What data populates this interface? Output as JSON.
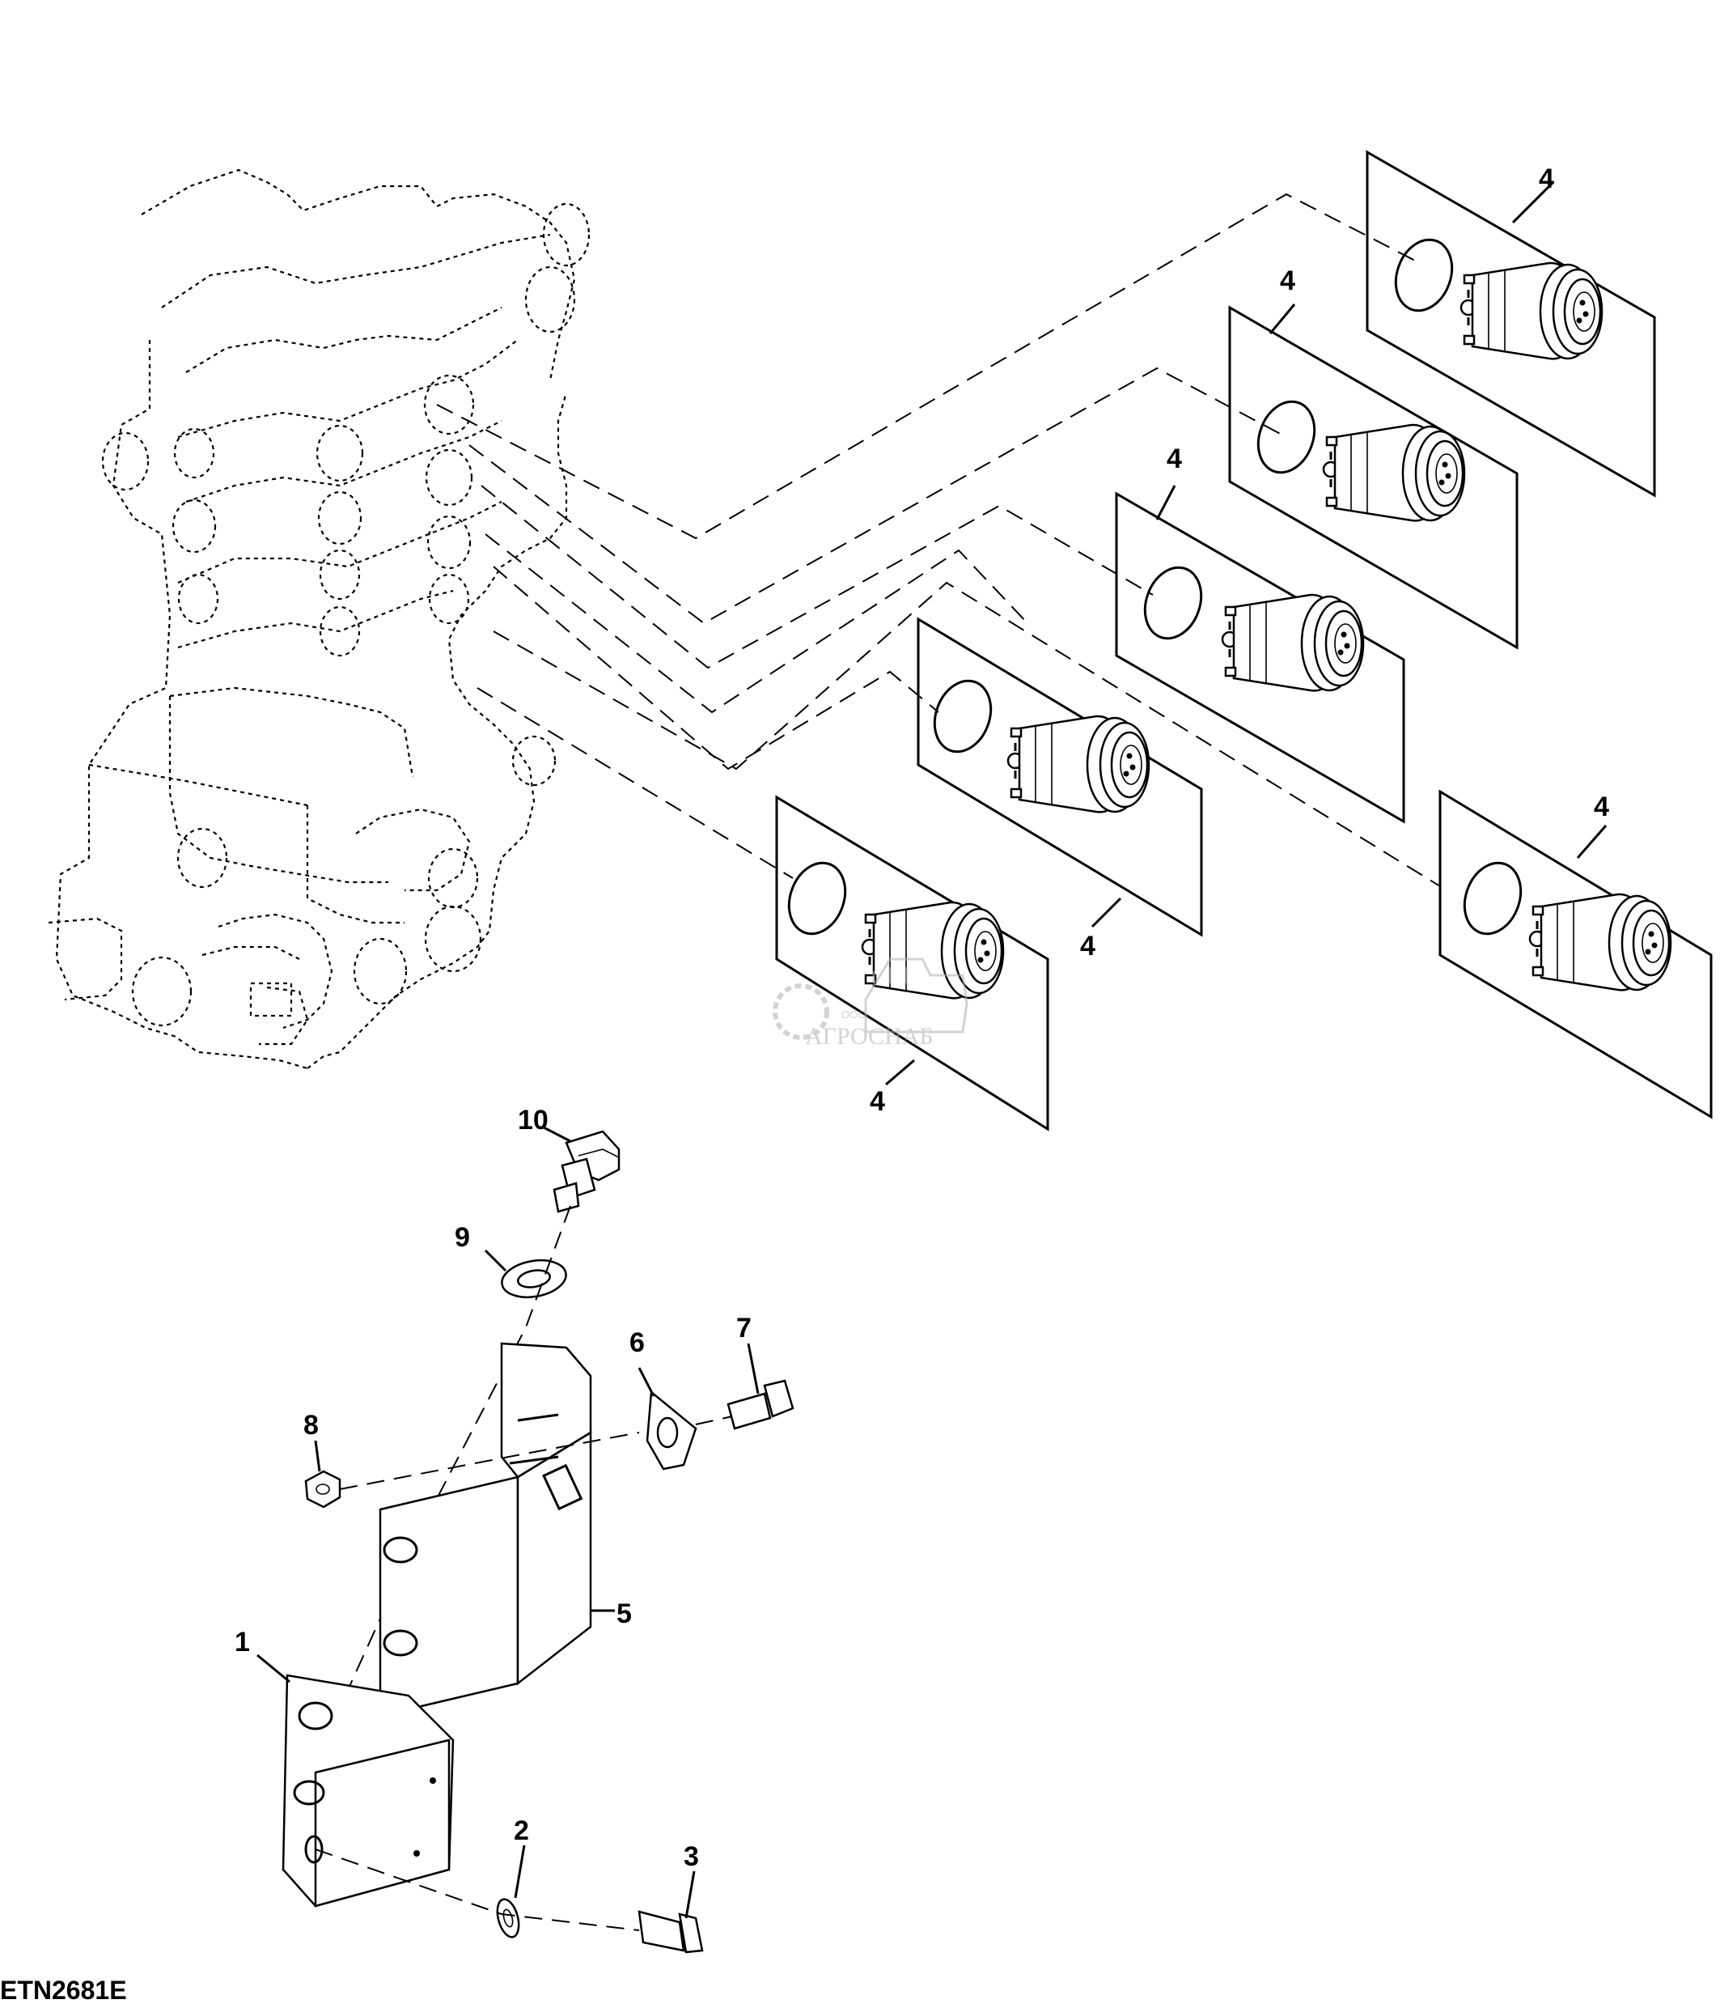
{
  "figure": {
    "id": "ETN2681E"
  },
  "watermark": {
    "brand": "АГРОСНАБ",
    "prefix": "ООО"
  },
  "callouts": {
    "bracket_lower": "1",
    "washer_lower": "2",
    "bolt_lower": "3",
    "solenoid_1": "4",
    "solenoid_2": "4",
    "solenoid_3": "4",
    "solenoid_4": "4",
    "solenoid_5": "4",
    "solenoid_6": "4",
    "bracket_upper": "5",
    "clip": "6",
    "screw": "7",
    "nut": "8",
    "washer_upper": "9",
    "bolt_upper": "10"
  }
}
